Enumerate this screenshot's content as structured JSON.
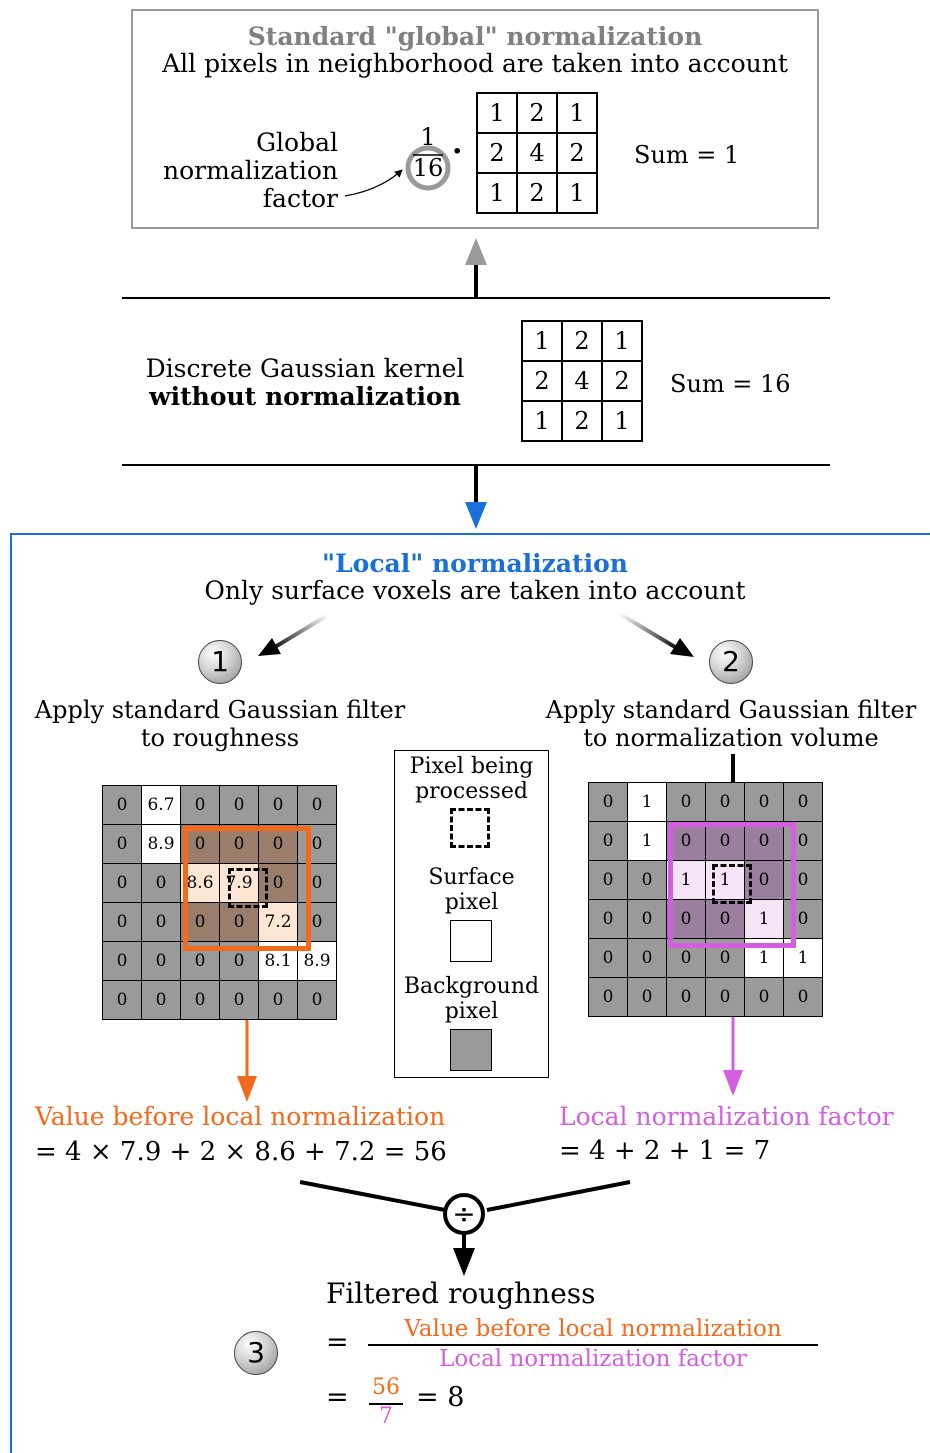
{
  "global_section": {
    "title": "Standard \"global\" normalization",
    "subtitle": "All pixels in neighborhood are taken into account",
    "factor_label_lines": [
      "Global",
      "normalization",
      "factor"
    ],
    "factor_numerator": "1",
    "factor_denominator": "16",
    "multiply_symbol": "·",
    "kernel": [
      [
        "1",
        "2",
        "1"
      ],
      [
        "2",
        "4",
        "2"
      ],
      [
        "1",
        "2",
        "1"
      ]
    ],
    "sum_label": "Sum = 1"
  },
  "gaussian_section": {
    "label_line1": "Discrete Gaussian kernel",
    "label_line2": "without normalization",
    "kernel": [
      [
        "1",
        "2",
        "1"
      ],
      [
        "2",
        "4",
        "2"
      ],
      [
        "1",
        "2",
        "1"
      ]
    ],
    "sum_label": "Sum = 16"
  },
  "local_section": {
    "title": "\"Local\" normalization",
    "subtitle": "Only surface voxels are taken into account",
    "step1": {
      "number": "1",
      "label_line1": "Apply standard Gaussian filter",
      "label_line2": "to roughness",
      "grid": [
        [
          "0",
          "6.7",
          "0",
          "0",
          "0",
          "0"
        ],
        [
          "0",
          "8.9",
          "0",
          "0",
          "0",
          "0"
        ],
        [
          "0",
          "0",
          "8.6",
          "7.9",
          "0",
          "0"
        ],
        [
          "0",
          "0",
          "0",
          "0",
          "7.2",
          "0"
        ],
        [
          "0",
          "0",
          "0",
          "0",
          "8.1",
          "8.9"
        ],
        [
          "0",
          "0",
          "0",
          "0",
          "0",
          "0"
        ]
      ],
      "result_title": "Value before local normalization",
      "result_formula": "= 4 × 7.9 + 2 × 8.6 + 7.2 = 56"
    },
    "step2": {
      "number": "2",
      "label_line1": "Apply standard Gaussian filter",
      "label_line2": "to normalization volume",
      "grid": [
        [
          "0",
          "1",
          "0",
          "0",
          "0",
          "0"
        ],
        [
          "0",
          "1",
          "0",
          "0",
          "0",
          "0"
        ],
        [
          "0",
          "0",
          "1",
          "1",
          "0",
          "0"
        ],
        [
          "0",
          "0",
          "0",
          "0",
          "1",
          "0"
        ],
        [
          "0",
          "0",
          "0",
          "0",
          "1",
          "1"
        ],
        [
          "0",
          "0",
          "0",
          "0",
          "0",
          "0"
        ]
      ],
      "result_title": "Local normalization factor",
      "result_formula": "= 4 + 2 + 1 = 7"
    },
    "legend": {
      "processed_line1": "Pixel being",
      "processed_line2": "processed",
      "surface_line1": "Surface",
      "surface_line2": "pixel",
      "background_line1": "Background",
      "background_line2": "pixel"
    },
    "divide_symbol": "÷",
    "step3": {
      "number": "3",
      "title": "Filtered roughness",
      "eq1": "=",
      "numerator": "Value before local normalization",
      "denominator": "Local normalization factor",
      "eq2": "=",
      "num_value": "56",
      "den_value": "7",
      "result": "= 8"
    }
  },
  "colors": {
    "orange": "#f26a1b",
    "purple": "#d35ee0",
    "blue": "#1a6fd9",
    "gray_border": "#9a9a9a",
    "background_pixel": "#9a9a9a"
  }
}
